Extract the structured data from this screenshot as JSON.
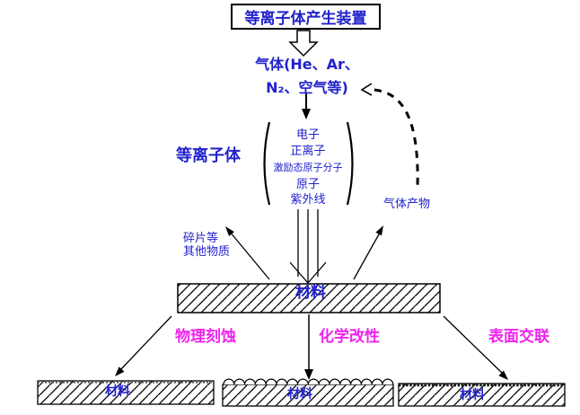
{
  "colors": {
    "text_blue": "#2222cc",
    "label_magenta": "#ee22ee",
    "line_black": "#000000"
  },
  "title_box": {
    "label": "等离子体产生装置"
  },
  "gas": {
    "line1": "气体(He、Ar、",
    "line2": "N₂、空气等)"
  },
  "plasma": {
    "label": "等离子体",
    "components": [
      "电子",
      "正离子",
      "激励态原子分子",
      "原子",
      "紫外线"
    ]
  },
  "byproducts": {
    "left_line1": "碎片等",
    "left_line2": "其他物质",
    "right": "气体产物"
  },
  "material_bar": {
    "label": "材料"
  },
  "processes": [
    {
      "label": "物理刻蚀"
    },
    {
      "label": "化学改性"
    },
    {
      "label": "表面交联"
    }
  ],
  "result_bars": [
    {
      "label": "材料"
    },
    {
      "label": "材料"
    },
    {
      "label": "材料"
    }
  ]
}
